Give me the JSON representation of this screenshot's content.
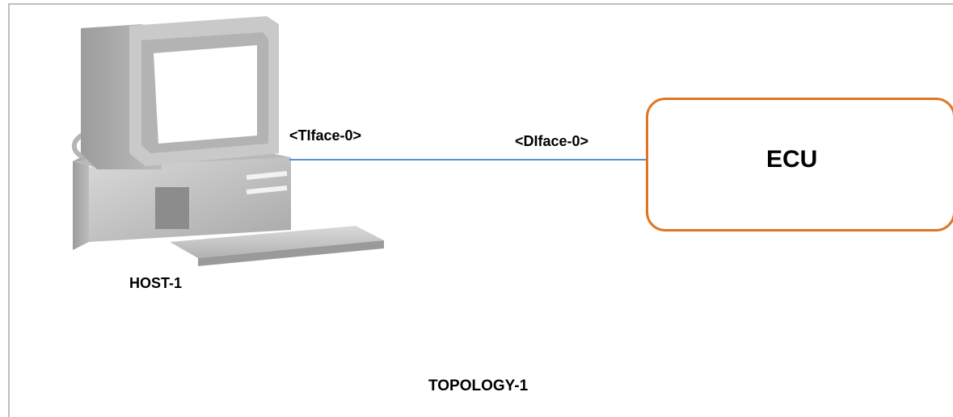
{
  "diagram": {
    "host_label": "HOST-1",
    "tester_interface_label": "<TIface-0>",
    "device_interface_label": "<DIface-0>",
    "ecu_label": "ECU",
    "caption": "TOPOLOGY-1"
  },
  "icons": {
    "host": "desktop-computer-icon"
  },
  "colors": {
    "link": "#5b8fd6",
    "ecu_border": "#e07521",
    "computer_body": "#c8c8c8",
    "computer_shadow": "#8f8f8f",
    "frame": "#bfbfbf"
  }
}
